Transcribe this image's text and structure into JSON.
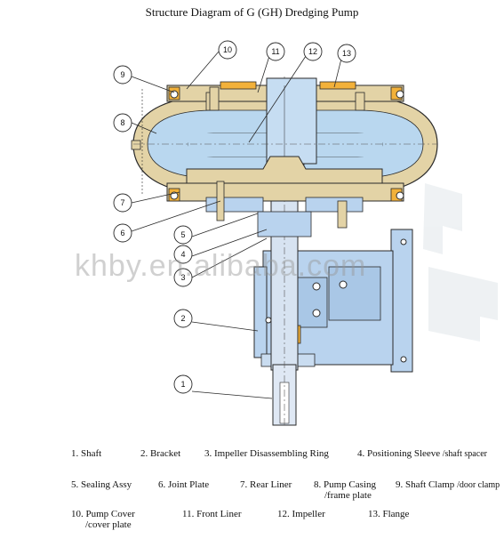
{
  "title": "Structure Diagram of G (GH) Dredging Pump",
  "watermark": "khby.en.alibaba.com",
  "colors": {
    "liner": "#b9d7ef",
    "casing": "#e3d3a6",
    "bracket": "#b9d3ee",
    "flange": "#f2b13a",
    "outline": "#2a2a2a"
  },
  "callouts": [
    "1",
    "2",
    "3",
    "4",
    "5",
    "6",
    "7",
    "8",
    "9",
    "10",
    "11",
    "12",
    "13"
  ],
  "legend": [
    {
      "num": "1.",
      "name": "Shaft",
      "sub": ""
    },
    {
      "num": "2.",
      "name": "Bracket",
      "sub": ""
    },
    {
      "num": "3.",
      "name": "Impeller Disassembling Ring",
      "sub": ""
    },
    {
      "num": "4.",
      "name": "Positioning Sleeve",
      "sub": "/shaft spacer"
    },
    {
      "num": "5.",
      "name": "Sealing Assy",
      "sub": ""
    },
    {
      "num": "6.",
      "name": "Joint Plate",
      "sub": ""
    },
    {
      "num": "7.",
      "name": "Rear Liner",
      "sub": ""
    },
    {
      "num": "8.",
      "name": "Pump Casing",
      "sub": "/frame plate"
    },
    {
      "num": "9.",
      "name": "Shaft Clamp",
      "sub": "/door clamp"
    },
    {
      "num": "10.",
      "name": "Pump Cover",
      "sub": "/cover plate"
    },
    {
      "num": "11.",
      "name": "Front Liner",
      "sub": ""
    },
    {
      "num": "12.",
      "name": "Impeller",
      "sub": ""
    },
    {
      "num": "13.",
      "name": "Flange",
      "sub": ""
    }
  ]
}
